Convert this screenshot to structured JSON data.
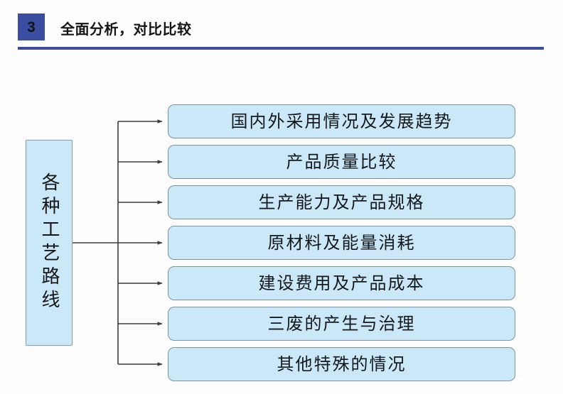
{
  "slide": {
    "background_color": "#fdfdfd"
  },
  "header": {
    "badge_number": "3",
    "badge_color": "#3a4da0",
    "title": "全面分析，对比比较",
    "rule_color": "#3a4da0"
  },
  "diagram": {
    "type": "tree",
    "node_fill_color": "#cbe8f8",
    "node_border_color": "#7e949f",
    "connector_color": "#3c3c3c",
    "root": {
      "label": "各种工艺路线",
      "orientation": "vertical"
    },
    "items": [
      {
        "label": "国内外采用情况及发展趋势"
      },
      {
        "label": "产品质量比较"
      },
      {
        "label": "生产能力及产品规格"
      },
      {
        "label": "原材料及能量消耗"
      },
      {
        "label": "建设费用及产品成本"
      },
      {
        "label": "三废的产生与治理"
      },
      {
        "label": "其他特殊的情况"
      }
    ]
  }
}
